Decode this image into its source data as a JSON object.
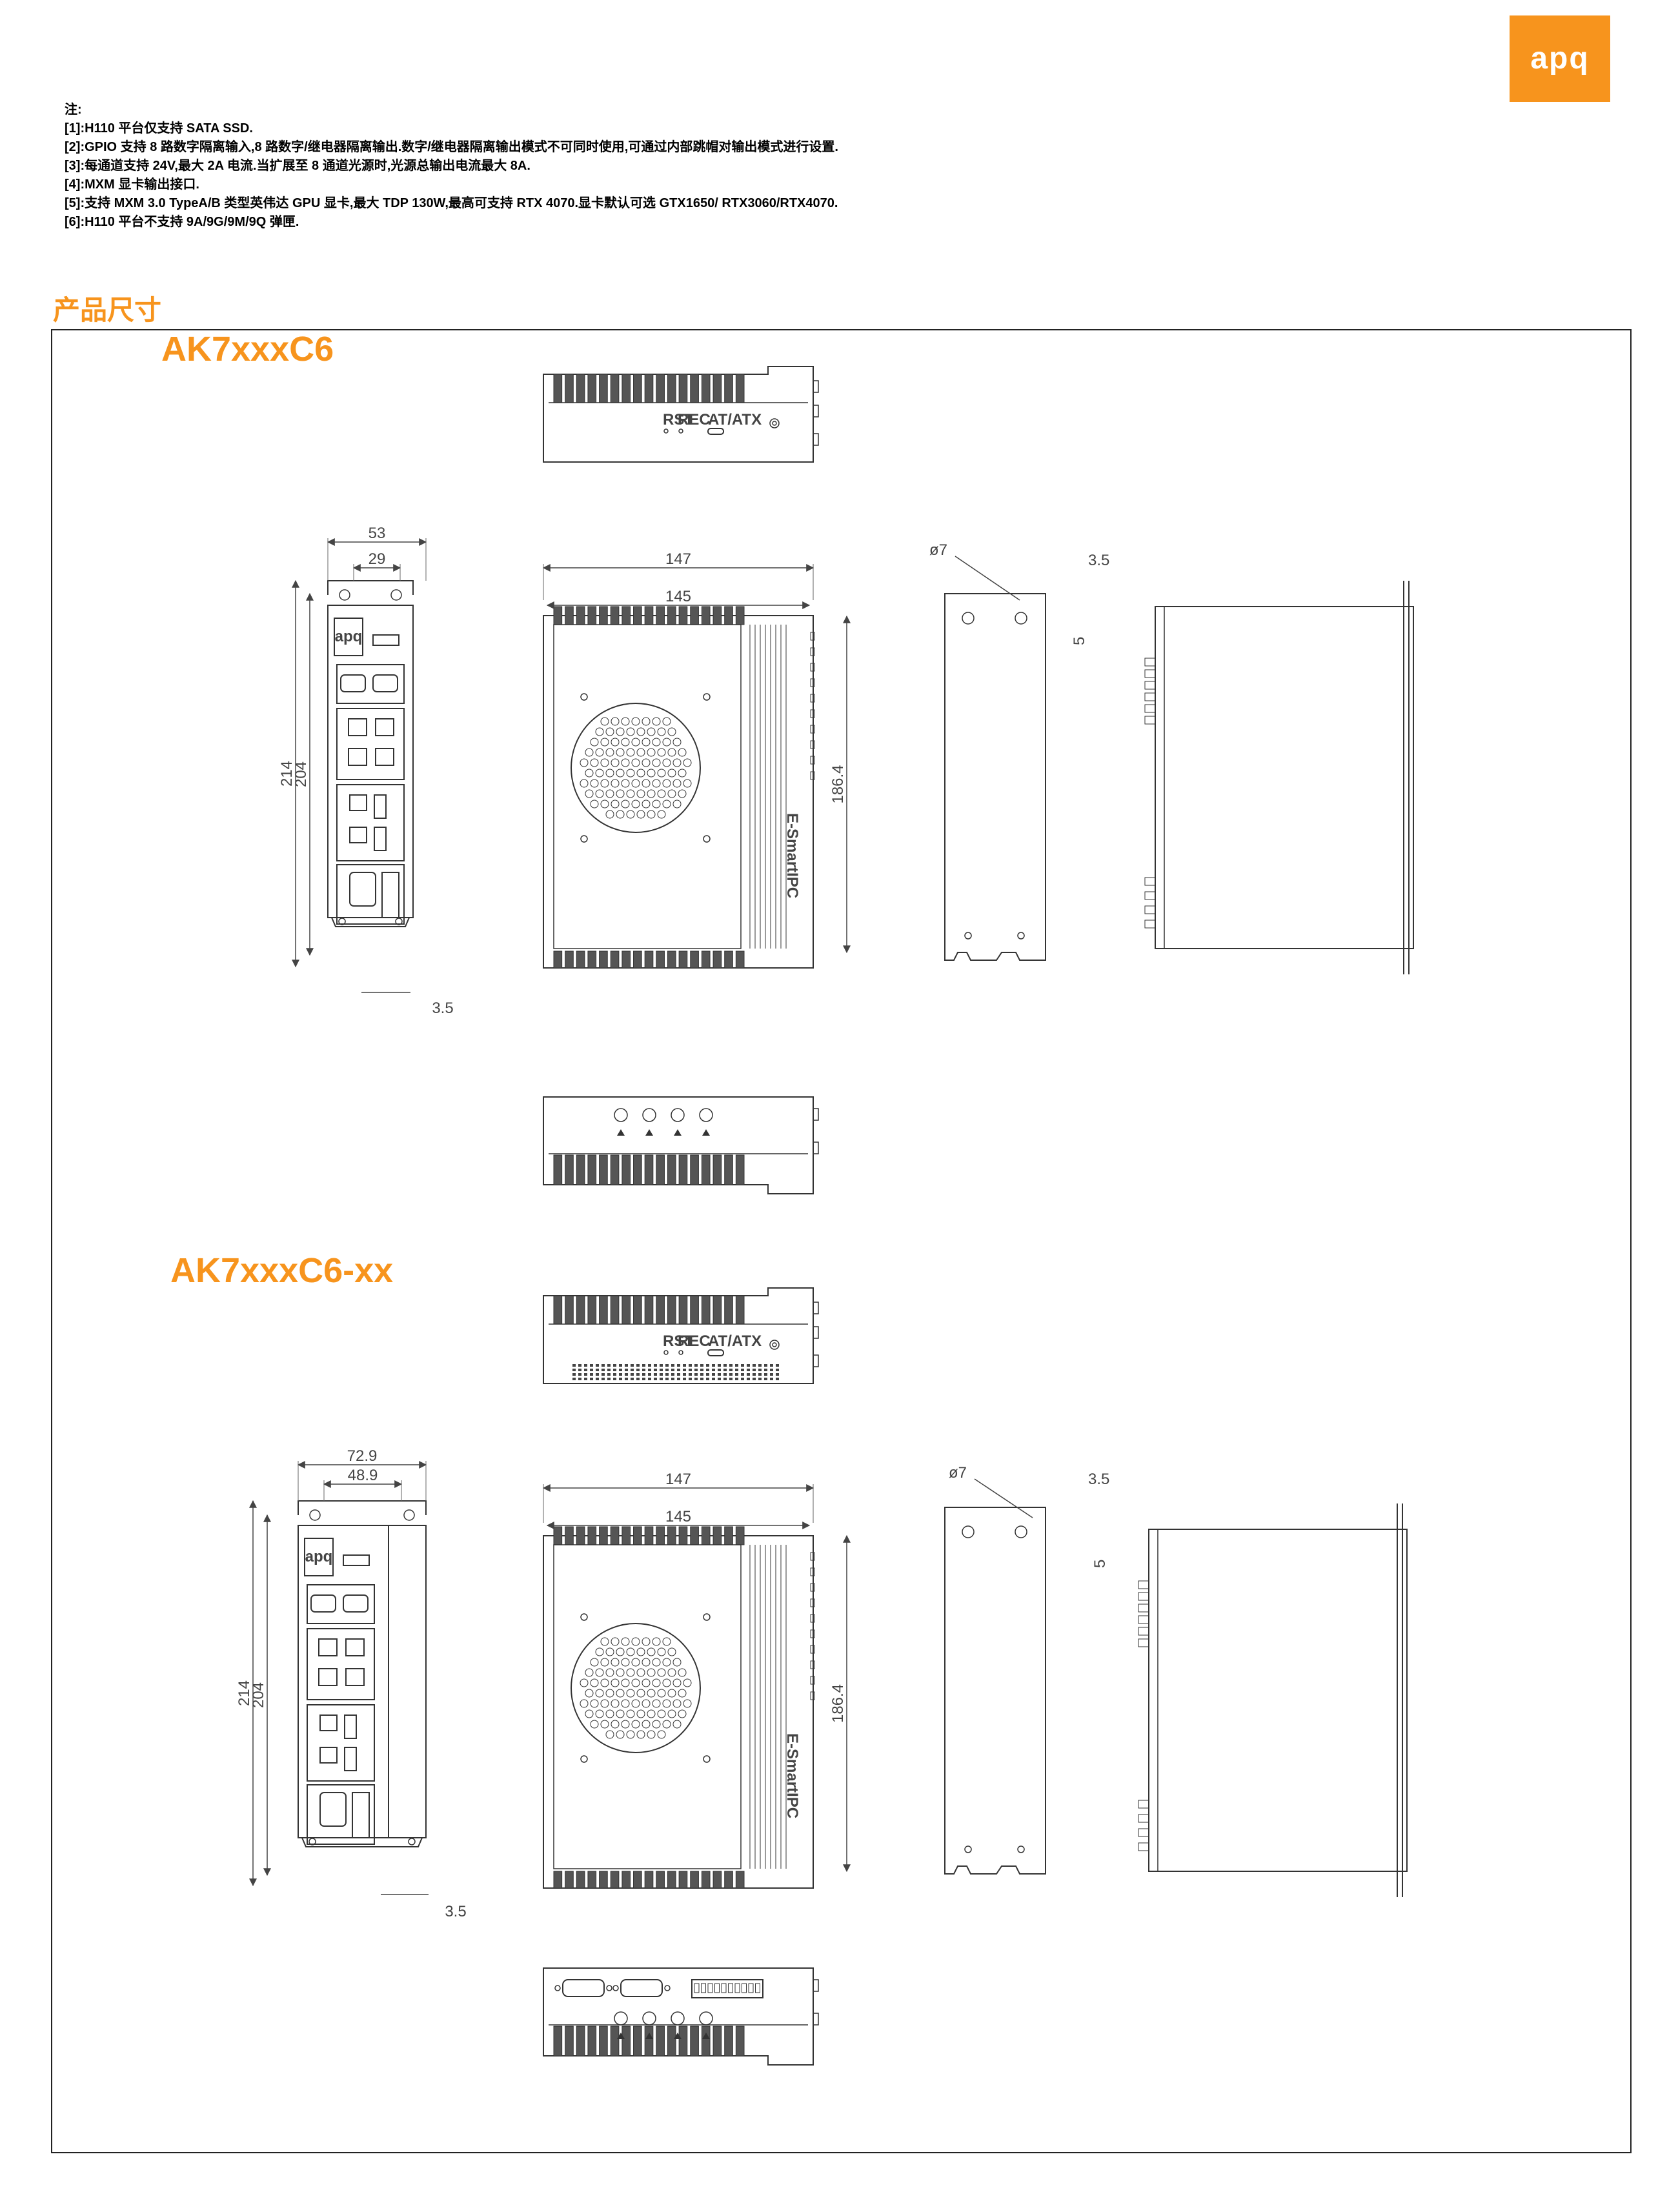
{
  "logo": {
    "text": "apq",
    "color": "#f7941d"
  },
  "notes": {
    "lines": [
      "注:",
      "[1]:H110 平台仅支持 SATA SSD.",
      "[2]:GPIO 支持 8 路数字隔离输入,8 路数字/继电器隔离输出.数字/继电器隔离输出模式不可同时使用,可通过内部跳帽对输出模式进行设置.",
      "[3]:每通道支持 24V,最大 2A 电流.当扩展至 8 通道光源时,光源总输出电流最大 8A.",
      "[4]:MXM 显卡输出接口.",
      "[5]:支持  MXM 3.0 TypeA/B 类型英伟达 GPU 显卡,最大 TDP 130W,最高可支持 RTX 4070.显卡默认可选 GTX1650/ RTX3060/RTX4070.",
      "[6]:H110 平台不支持 9A/9G/9M/9Q 弹匣."
    ]
  },
  "section": {
    "title": "产品尺寸"
  },
  "models": [
    {
      "name": "AK7xxxC6",
      "front_labels": {
        "rst": "RST",
        "rec": "REC",
        "atx": "AT/ATX"
      },
      "dims": {
        "width_outer": "53",
        "width_inner": "29",
        "height_outer": "214",
        "height_inner": "204",
        "foot": "3.5",
        "length_outer": "147",
        "length_inner": "145",
        "depth": "186.4",
        "hole": "ø7",
        "hole_off": "3.5",
        "hole_v": "5"
      },
      "brand_text": "E-SmartIPC"
    },
    {
      "name": "AK7xxxC6-xx",
      "front_labels": {
        "rst": "RST",
        "rec": "REC",
        "atx": "AT/ATX"
      },
      "dims": {
        "width_outer": "72.9",
        "width_inner": "48.9",
        "height_outer": "214",
        "height_inner": "204",
        "foot": "3.5",
        "length_outer": "147",
        "length_inner": "145",
        "depth": "186.4",
        "hole": "ø7",
        "hole_off": "3.5",
        "hole_v": "5"
      },
      "brand_text": "E-SmartIPC"
    }
  ]
}
